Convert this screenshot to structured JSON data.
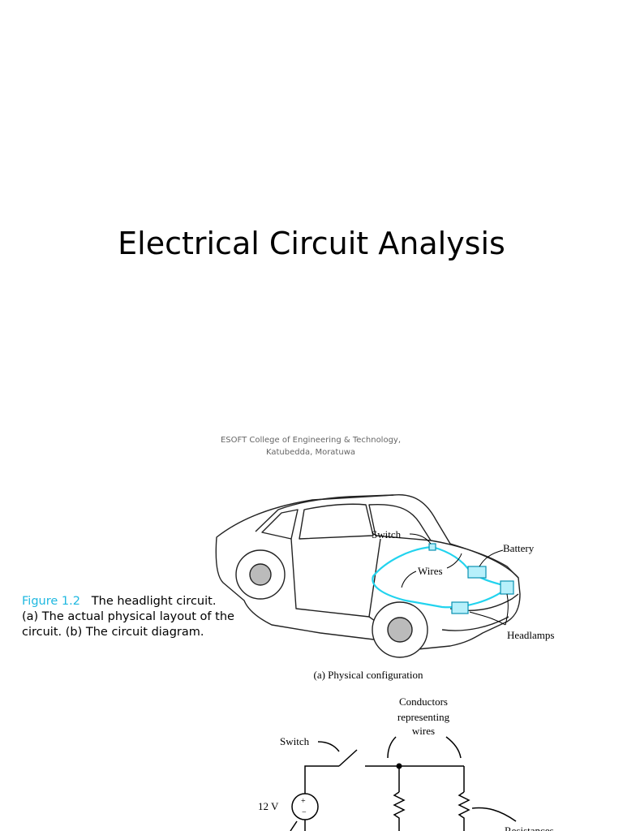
{
  "slide": {
    "title": "Electrical Circuit Analysis",
    "affiliation_line1": "ESOFT College of Engineering & Technology,",
    "affiliation_line2": "Katubedda, Moratuwa"
  },
  "figure": {
    "number": "Figure 1.2",
    "caption_line1": "The headlight circuit.",
    "caption_line2": "(a) The actual physical layout of the",
    "caption_line3": "circuit.  (b) The circuit diagram.",
    "highlight_color": "#1fb8e0",
    "wire_color": "#22d3ee"
  },
  "physical_config": {
    "labels": {
      "switch": "Switch",
      "battery": "Battery",
      "wires": "Wires",
      "headlamps": "Headlamps"
    },
    "subcaption": "(a) Physical configuration"
  },
  "circuit_diagram": {
    "labels": {
      "switch": "Switch",
      "voltage": "12 V",
      "conductors_line1": "Conductors",
      "conductors_line2": "representing",
      "conductors_line3": "wires",
      "resistances": "Resistances"
    }
  }
}
